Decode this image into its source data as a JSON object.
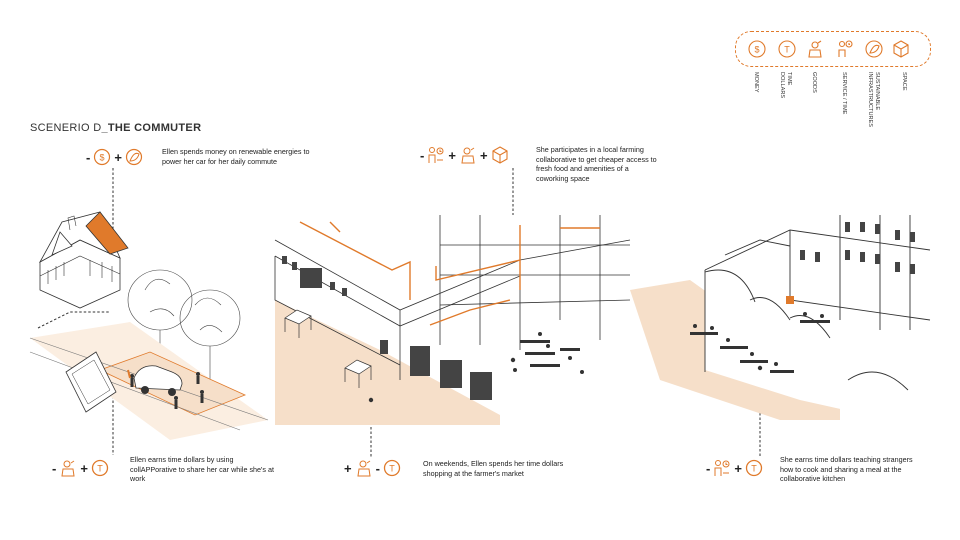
{
  "scenario": {
    "prefix": "SCENERIO D",
    "title": "_THE COMMUTER"
  },
  "legend": {
    "items": [
      {
        "icon": "money-icon",
        "label": "MONEY"
      },
      {
        "icon": "time-dollars-icon",
        "label": "TIME\nDOLLARS"
      },
      {
        "icon": "goods-icon",
        "label": "GOODS"
      },
      {
        "icon": "service-time-icon",
        "label": "SERVICE / TIME"
      },
      {
        "icon": "sustainable-infrastructures-icon",
        "label": "SUSTAINABLE\nINFRASTRUCTURES"
      },
      {
        "icon": "space-icon",
        "label": "SPACE"
      }
    ]
  },
  "captions": {
    "top_left": "Ellen spends money on renewable energies to power her car for her daily commute",
    "top_center": "She participates in a local farming collaborative to get cheaper access to fresh food and amenities of a coworking space",
    "bottom_left": "Ellen earns time dollars by using collAPPorative to share her car while she's at work",
    "bottom_center": "On weekends, Ellen spends her time dollars shopping at the farmer's market",
    "bottom_right": "She earns time dollars teaching strangers how to cook and sharing a meal at the collaborative kitchen"
  },
  "symbols": {
    "minus": "-",
    "plus": "+",
    "money_glyph": "$",
    "time_glyph": "T"
  },
  "colors": {
    "accent": "#e07a2b",
    "tint": "#f6dfc9",
    "line": "#333333"
  }
}
